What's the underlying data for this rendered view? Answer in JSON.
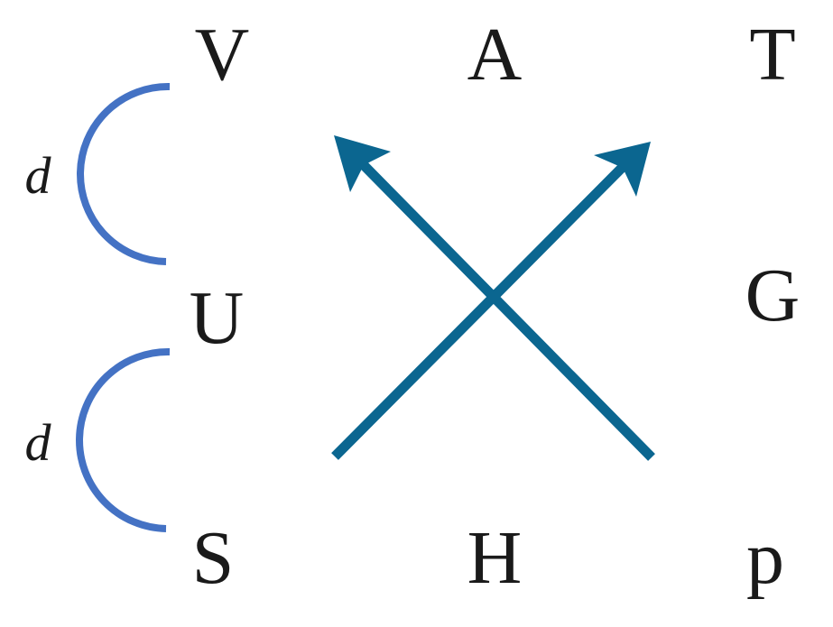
{
  "colors": {
    "arrow": "#0b6690",
    "arc": "#4472c4",
    "text": "#1a1a1a",
    "background": "#ffffff"
  },
  "letters": {
    "top_left": "V",
    "top_middle": "A",
    "top_right": "T",
    "middle_left": "U",
    "middle_right": "G",
    "bottom_left": "S",
    "bottom_middle": "H",
    "bottom_right": "p"
  },
  "spacing_labels": {
    "upper": "d",
    "lower": "d"
  }
}
